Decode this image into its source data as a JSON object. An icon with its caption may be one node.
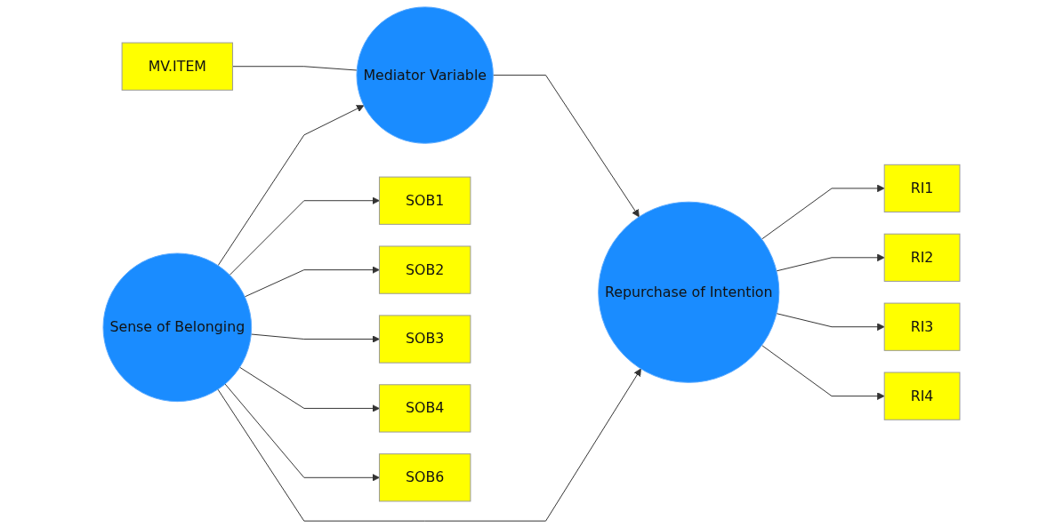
{
  "diagram": {
    "nodes": [
      {
        "text": [
          "MV.ITEM"
        ]
      },
      {
        "text": [
          "Mediator Variable"
        ]
      },
      {
        "text": [
          "SOB1"
        ]
      },
      {
        "text": [
          "SOB2"
        ]
      },
      {
        "text": [
          "SOB3"
        ]
      },
      {
        "text": [
          "SOB4"
        ]
      },
      {
        "text": [
          "Sense of Belonging"
        ]
      },
      {
        "text": [
          "Repurchase of Intention"
        ]
      },
      {
        "text": [
          "RI1"
        ]
      },
      {
        "text": [
          "RI2"
        ]
      },
      {
        "text": [
          "RI3"
        ]
      },
      {
        "text": [
          "RI4"
        ]
      },
      {
        "text": [
          "SOB6"
        ]
      }
    ],
    "edges": [
      {
        "from": 0,
        "to": 1,
        "arrow": "none"
      },
      {
        "from": 6,
        "to": 1,
        "arrow": "to"
      },
      {
        "from": 1,
        "to": 7,
        "arrow": "to"
      },
      {
        "from": 6,
        "to": 7,
        "arrow": "to"
      },
      {
        "from": 6,
        "to": 2,
        "arrow": "to"
      },
      {
        "from": 6,
        "to": 3,
        "arrow": "to"
      },
      {
        "from": 6,
        "to": 4,
        "arrow": "to"
      },
      {
        "from": 6,
        "to": 5,
        "arrow": "to"
      },
      {
        "from": 6,
        "to": 12,
        "arrow": "to"
      },
      {
        "from": 7,
        "to": 8,
        "arrow": "to"
      },
      {
        "from": 7,
        "to": 9,
        "arrow": "to"
      },
      {
        "from": 7,
        "to": 10,
        "arrow": "to"
      },
      {
        "from": 7,
        "to": 11,
        "arrow": "to"
      }
    ]
  }
}
